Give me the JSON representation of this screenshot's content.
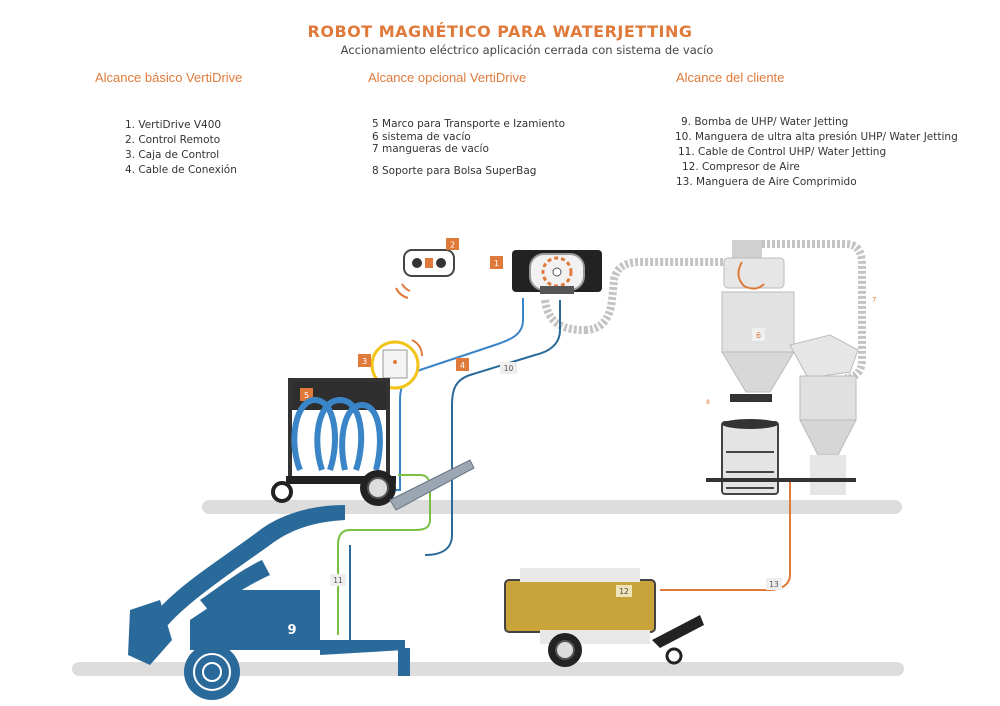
{
  "title": "ROBOT MAGNÉTICO PARA WATERJETTING",
  "subtitle": "Accionamiento eléctrico aplicación cerrada con sistema de vacío",
  "columns": {
    "basic": {
      "heading": "Alcance básico VertiDrive",
      "items": [
        "1. VertiDrive V400",
        "2. Control Remoto",
        "3. Caja de Control",
        "4. Cable de Conexión"
      ]
    },
    "optional": {
      "heading": "Alcance opcional VertiDrive",
      "items": [
        "5 Marco para Transporte e Izamiento",
        "6 sistema de vacío",
        "7 mangueras de vacío",
        "8 Soporte para Bolsa SuperBag"
      ]
    },
    "client": {
      "heading": "Alcance del cliente",
      "items": [
        "9. Bomba de UHP/ Water Jetting",
        "10. Manguera de ultra alta presión UHP/ Water Jetting",
        "11. Cable de Control UHP/ Water Jetting",
        "12. Compresor de Aire",
        "13. Manguera de Aire Comprimido"
      ]
    }
  },
  "tags": {
    "t1": "1",
    "t2": "2",
    "t3": "3",
    "t4": "4",
    "t5": "5",
    "t6": "6",
    "t7": "7",
    "t8": "8",
    "t9": "9",
    "t10": "10",
    "t11": "11",
    "t12": "12",
    "t13": "13"
  },
  "colors": {
    "accent": "#e07a3b",
    "pump_blue": "#2a6a9a",
    "hose_blue": "#3a85c8",
    "cable_green": "#7ac142",
    "compressor_gold": "#c8a43a",
    "floor_gray": "#d9d9d9"
  }
}
